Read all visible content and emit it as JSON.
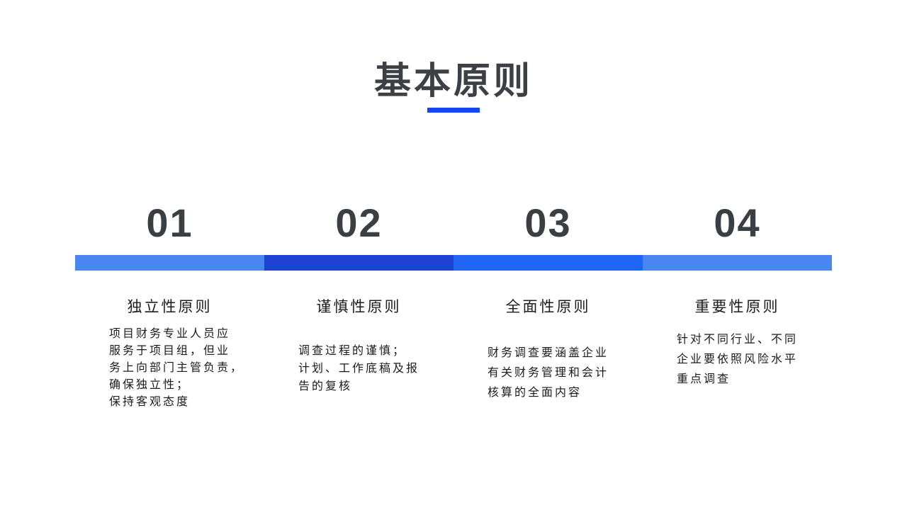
{
  "slide": {
    "title": "基本原则",
    "accent_color": "#1446e8"
  },
  "principles": [
    {
      "number": "01",
      "heading": "独立性原则",
      "body": "项目财务专业人员应\n服务于项目组，但业\n务上向部门主管负责，\n确保独立性；\n保持客观态度",
      "bar_color": "#4a85f2"
    },
    {
      "number": "02",
      "heading": "谨慎性原则",
      "body": "调查过程的谨慎；\n计划、工作底稿及报\n告的复核",
      "bar_color": "#1e42d4"
    },
    {
      "number": "03",
      "heading": "全面性原则",
      "body": "财务调查要涵盖企业\n有关财务管理和会计\n核算的全面内容",
      "bar_color": "#1f66f6"
    },
    {
      "number": "04",
      "heading": "重要性原则",
      "body": "针对不同行业、不同\n企业要依照风险水平\n重点调查",
      "bar_color": "#4a85f2"
    }
  ]
}
